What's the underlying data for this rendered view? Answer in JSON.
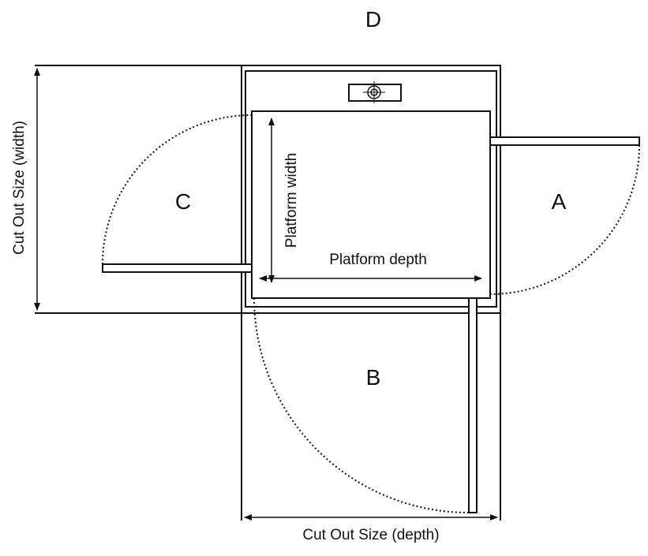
{
  "sides": {
    "d": "D",
    "a": "A",
    "b": "B",
    "c": "C"
  },
  "labels": {
    "platform_width": "Platform width",
    "platform_depth": "Platform depth",
    "cutout_width": "Cut Out Size (width)",
    "cutout_depth": "Cut Out Size (depth)"
  },
  "colors": {
    "stroke": "#111111",
    "background": "#ffffff"
  }
}
